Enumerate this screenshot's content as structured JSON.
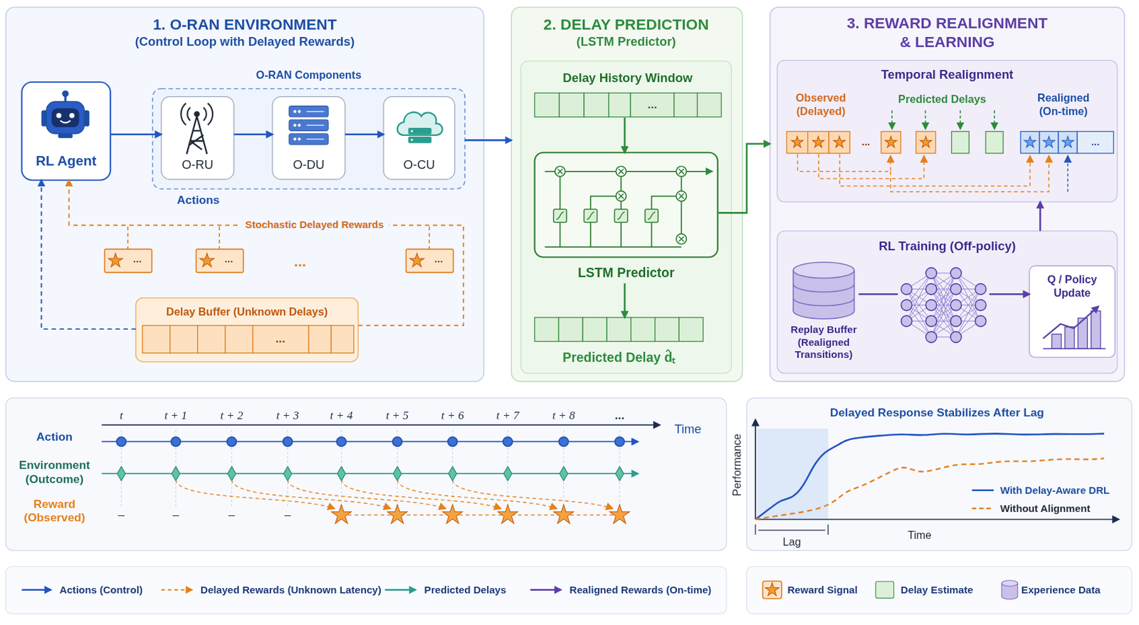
{
  "diagram": {
    "nodes": [
      {
        "text": [
          "1. O-RAN ENVIRONMENT",
          "(Control Loop with Delayed Rewards)"
        ]
      },
      {
        "text": [
          "RL Agent"
        ],
        "in": 0
      },
      {
        "text": [
          "O-RAN Components"
        ],
        "in": 0
      },
      {
        "text": [
          "O-RU"
        ],
        "in": 2
      },
      {
        "text": [
          "O-DU"
        ],
        "in": 2
      },
      {
        "text": [
          "O-CU"
        ],
        "in": 2
      },
      {
        "text": [
          "..."
        ],
        "in": 0
      },
      {
        "text": [
          "..."
        ],
        "in": 0
      },
      {
        "text": [
          "..."
        ],
        "in": 0
      },
      {
        "text": [
          "Delay Buffer (Unknown Delays)",
          "..."
        ],
        "in": 0
      },
      {
        "text": [
          "2. DELAY PREDICTION",
          "(LSTM Predictor)"
        ]
      },
      {
        "text": [
          "Delay History Window",
          "..."
        ],
        "in": 10
      },
      {
        "text": [
          "LSTM Predictor"
        ],
        "in": 10
      },
      {
        "text": [
          "Predicted Delay d̂ₜ"
        ],
        "in": 10
      },
      {
        "text": [
          "3. REWARD REALIGNMENT & LEARNING"
        ]
      },
      {
        "text": [
          "Temporal Realignment",
          "Observed (Delayed)",
          "Predicted Delays",
          "Realigned (On-time)",
          "...",
          "..."
        ],
        "in": 14
      },
      {
        "text": [
          "RL Training (Off-policy)"
        ],
        "in": 14
      },
      {
        "text": [
          "Replay Buffer (Realigned Transitions)"
        ],
        "in": 16
      },
      {
        "text": [
          "Q / Policy Update"
        ],
        "in": 16
      },
      {
        "text": [
          "Delayed Response Stabilizes After Lag"
        ]
      }
    ],
    "edges": [
      {
        "from": 1,
        "to": 3,
        "arrow": "to"
      },
      {
        "from": 3,
        "to": 4,
        "arrow": "to"
      },
      {
        "from": 4,
        "to": 5,
        "arrow": "to"
      },
      {
        "from": 2,
        "to": 10,
        "arrow": "to"
      },
      {
        "from": 9,
        "to": 1,
        "arrow": "to"
      },
      {
        "from": 9,
        "to": 1,
        "label": "Stochastic Delayed Rewards",
        "arrow": "to"
      },
      {
        "from": 11,
        "to": 12,
        "arrow": "to"
      },
      {
        "from": 12,
        "to": 13,
        "arrow": "to"
      },
      {
        "from": 12,
        "to": 14,
        "arrow": "to"
      },
      {
        "from": 17,
        "to": 18,
        "arrow": "to"
      },
      {
        "from": 16,
        "to": 15,
        "arrow": "to"
      }
    ],
    "labels": [
      "Actions",
      "...",
      "t",
      "t + 1",
      "t + 2",
      "t + 3",
      "t + 4",
      "t + 5",
      "t + 6",
      "t + 7",
      "t + 8",
      "...",
      "Time",
      "Action",
      "Environment (Outcome)",
      "Reward (Observed)",
      "–",
      "–",
      "–",
      "–",
      "Performance",
      "Lag",
      "Time"
    ],
    "legend": [
      {
        "text": "With Delay-Aware DRL"
      },
      {
        "text": "Without Alignment"
      },
      {
        "text": "Actions (Control)"
      },
      {
        "text": "Delayed Rewards (Unknown Latency)"
      },
      {
        "text": "Predicted Delays"
      },
      {
        "text": "Realigned Rewards (On-time)"
      },
      {
        "text": "Reward Signal"
      },
      {
        "text": "Delay Estimate",
        "color": "#dcefd8"
      },
      {
        "text": "Experience Data"
      }
    ]
  }
}
